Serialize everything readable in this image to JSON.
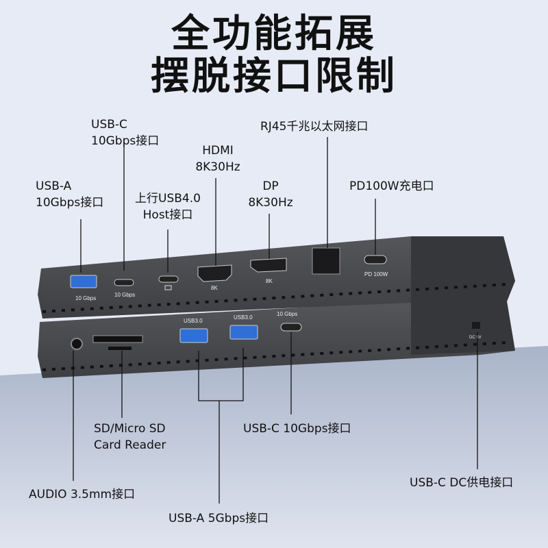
{
  "headline": {
    "line1": "全功能拓展",
    "line2": "摆脱接口限制"
  },
  "callouts": {
    "usb_c_top": {
      "line1": "USB-C",
      "line2": "10Gbps接口"
    },
    "hdmi": {
      "line1": "HDMI",
      "line2": "8K30Hz"
    },
    "rj45": {
      "line1": "RJ45千兆以太网接口"
    },
    "usb_a_top": {
      "line1": "USB-A",
      "line2": "10Gbps接口"
    },
    "usb4_host": {
      "line1": "上行USB4.0",
      "line2": "Host接口"
    },
    "dp": {
      "line1": "DP",
      "line2": "8K30Hz"
    },
    "pd": {
      "line1": "PD100W充电口"
    },
    "card_reader": {
      "line1": "SD/Micro SD",
      "line2": "Card Reader"
    },
    "usb_c_bottom": {
      "line1": "USB-C 10Gbps接口"
    },
    "audio": {
      "line1": "AUDIO 3.5mm接口"
    },
    "usb_a_bottom": {
      "line1": "USB-A 5Gbps接口"
    },
    "dc_in": {
      "line1": "USB-C DC供电接口"
    }
  },
  "device_labels": {
    "usb_a_speed": "10 Gbps",
    "usb_c_speed": "10 Gbps",
    "hdmi_res": "8K",
    "dp_res": "8K",
    "pd": "PD 100W",
    "usb3_1": "USB3.0",
    "usb3_2": "USB3.0",
    "usb_c_front_speed": "10 Gbps",
    "dc": "DC 5V"
  },
  "colors": {
    "background": "#e7ebf6",
    "device": "#4a4b4e",
    "usb_blue": "#2f6fd6"
  }
}
